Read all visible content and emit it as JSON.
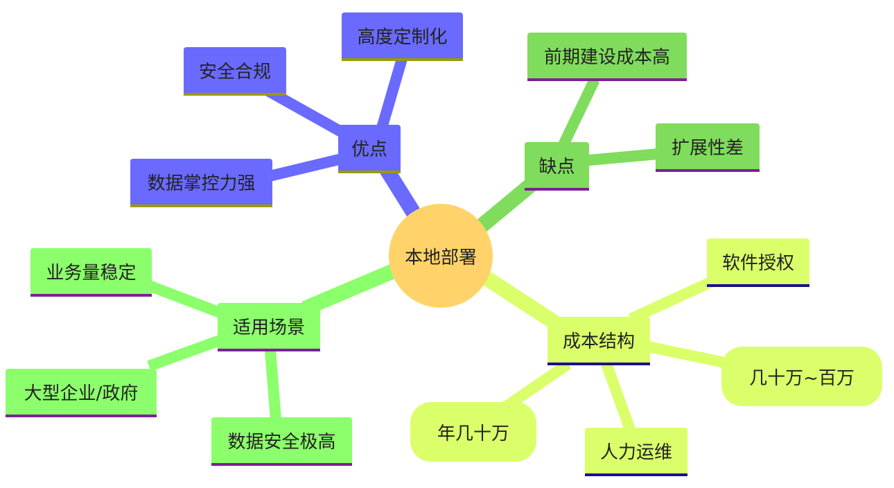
{
  "colors": {
    "blue": "#6a6aff",
    "green_dark": "#80dc5c",
    "green_light": "#8cff6c",
    "yellow_green": "#daff6a",
    "root": "#ffd36a",
    "underline_olive": "#9a9a00",
    "underline_purple": "#7d1f9a",
    "underline_navy": "#1c0f8f"
  },
  "diagram": {
    "root": {
      "label": "本地部署"
    },
    "advantages": {
      "label": "优点",
      "items": [
        "高度定制化",
        "安全合规",
        "数据掌控力强"
      ]
    },
    "disadvantages": {
      "label": "缺点",
      "items": [
        "前期建设成本高",
        "扩展性差"
      ]
    },
    "scenarios": {
      "label": "适用场景",
      "items": [
        "业务量稳定",
        "大型企业/政府",
        "数据安全极高"
      ]
    },
    "cost": {
      "label": "成本结构",
      "items": [
        "软件授权",
        "几十万~百万",
        "人力运维",
        "年几十万"
      ]
    }
  }
}
